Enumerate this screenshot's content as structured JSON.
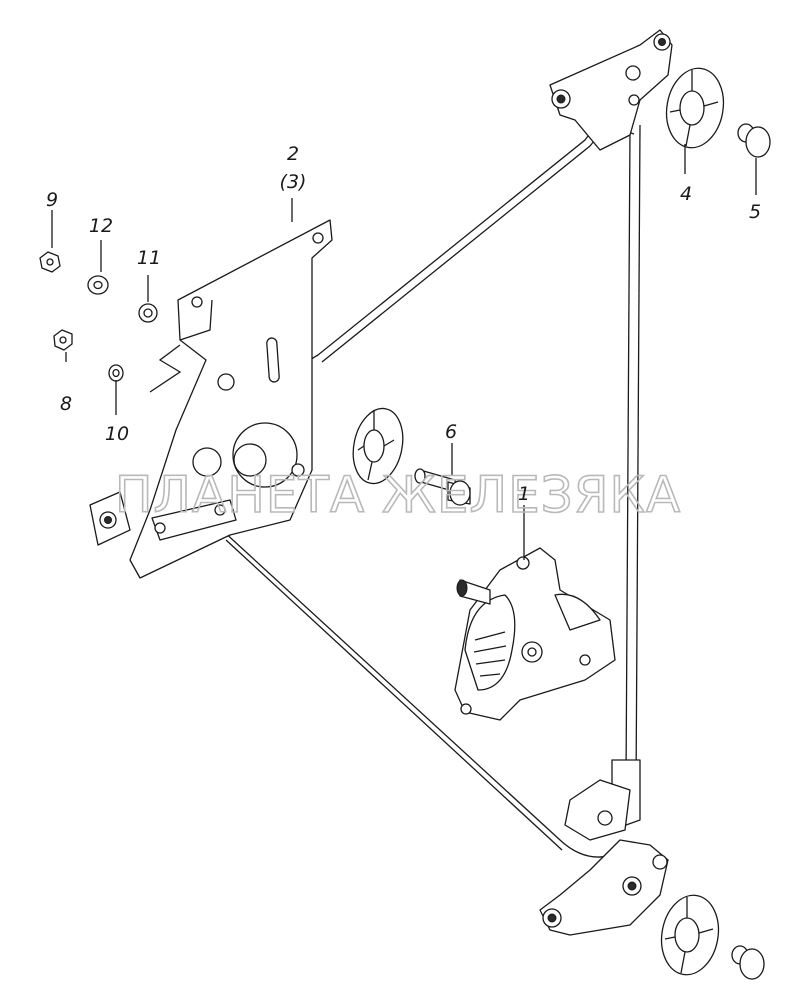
{
  "watermark": "ПЛАНЕТА ЖЕЛЕЗЯКА",
  "callouts": {
    "c1": "1",
    "c2": "2",
    "c2alt": "(3)",
    "c4": "4",
    "c5": "5",
    "c6": "6",
    "c8": "8",
    "c9": "9",
    "c10": "10",
    "c11": "11",
    "c12": "12"
  }
}
